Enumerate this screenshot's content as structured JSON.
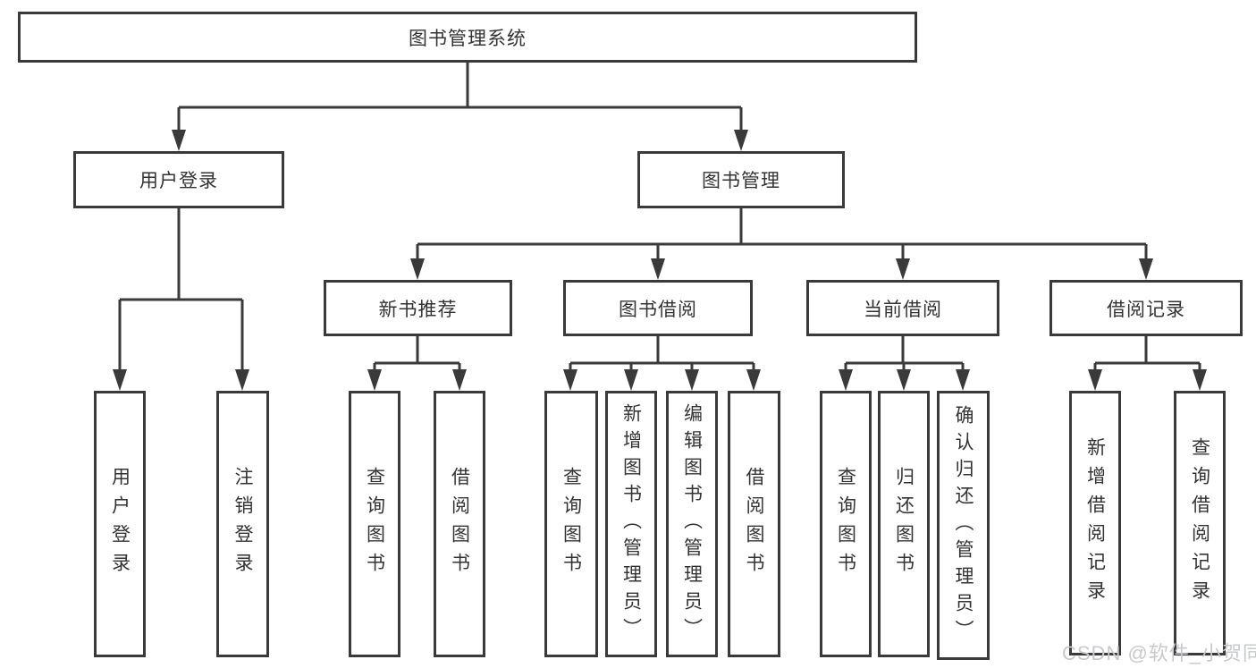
{
  "system": {
    "label": "图书管理系统",
    "branches": {
      "user_login": {
        "label": "用户登录",
        "items": {
          "login": {
            "label": "用户登录"
          },
          "logout": {
            "label": "注销登录"
          }
        }
      },
      "book_management": {
        "label": "图书管理",
        "sections": {
          "new_books": {
            "label": "新书推荐",
            "items": {
              "query": {
                "label": "查询图书"
              },
              "borrow": {
                "label": "借阅图书"
              }
            }
          },
          "borrowing": {
            "label": "图书借阅",
            "items": {
              "query": {
                "label": "查询图书"
              },
              "add": {
                "label": "新增图书（管理员）"
              },
              "edit": {
                "label": "编辑图书（管理员）"
              },
              "borrow": {
                "label": "借阅图书"
              }
            }
          },
          "current": {
            "label": "当前借阅",
            "items": {
              "query": {
                "label": "查询图书"
              },
              "return": {
                "label": "归还图书"
              },
              "confirm": {
                "label": "确认归还（管理员）"
              }
            }
          },
          "records": {
            "label": "借阅记录",
            "items": {
              "add": {
                "label": "新增借阅记录"
              },
              "query": {
                "label": "查询借阅记录"
              }
            }
          }
        }
      }
    }
  },
  "watermark": {
    "text": "CSDN @软件_小贺同学"
  },
  "colors": {
    "line": "#3a3a3a",
    "text": "#333333",
    "watermark": "#c7c9cb",
    "box_bg": "#ffffff",
    "background": "#ffffff"
  }
}
